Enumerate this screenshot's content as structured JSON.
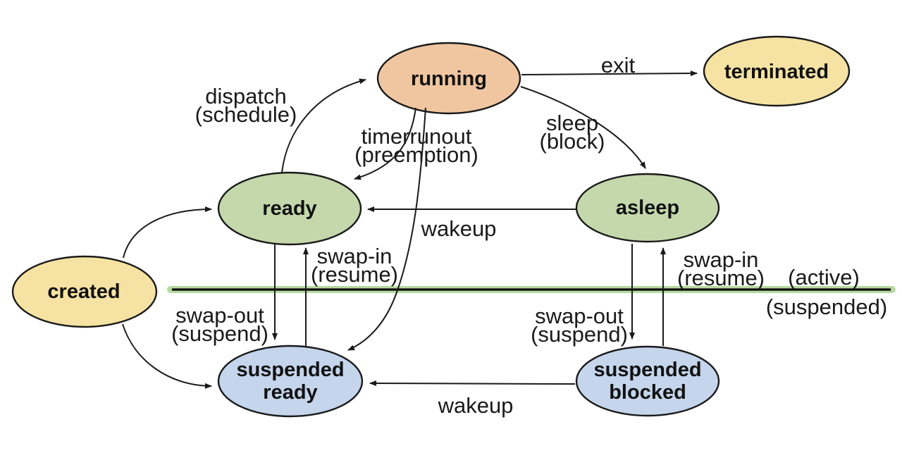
{
  "states": {
    "running": {
      "label": "running",
      "fill": "#F0C6A0"
    },
    "terminated": {
      "label": "terminated",
      "fill": "#F6E3A3"
    },
    "ready": {
      "label": "ready",
      "fill": "#C4D8AC"
    },
    "asleep": {
      "label": "asleep",
      "fill": "#C4D8AC"
    },
    "created": {
      "label": "created",
      "fill": "#F6E3A3"
    },
    "suspended_ready": {
      "label": "suspended\nready",
      "fill": "#C4D5EC"
    },
    "suspended_blocked": {
      "label": "suspended\nblocked",
      "fill": "#C4D5EC"
    }
  },
  "transitions": {
    "dispatch": {
      "label": "dispatch\n(schedule)",
      "from": "ready",
      "to": "running"
    },
    "timerrunout": {
      "label": "timerrunout\n(preemption)",
      "from": "running",
      "to": "ready"
    },
    "exit": {
      "label": "exit",
      "from": "running",
      "to": "terminated"
    },
    "sleep": {
      "label": "sleep\n(block)",
      "from": "running",
      "to": "asleep"
    },
    "wakeup_top": {
      "label": "wakeup",
      "from": "asleep",
      "to": "ready"
    },
    "swap_out_left": {
      "label": "swap-out\n(suspend)",
      "from": "ready",
      "to": "suspended_ready"
    },
    "swap_in_left": {
      "label": "swap-in\n(resume)",
      "from": "suspended_ready",
      "to": "ready"
    },
    "swap_out_right": {
      "label": "swap-out\n(suspend)",
      "from": "asleep",
      "to": "suspended_blocked"
    },
    "swap_in_right": {
      "label": "swap-in\n(resume)",
      "from": "suspended_blocked",
      "to": "asleep"
    },
    "wakeup_bottom": {
      "label": "wakeup",
      "from": "suspended_blocked",
      "to": "suspended_ready"
    },
    "create_ready": {
      "label": "",
      "from": "created",
      "to": "ready"
    },
    "create_suspend": {
      "label": "",
      "from": "created",
      "to": "suspended_ready"
    },
    "running_suspend": {
      "label": "",
      "from": "running",
      "to": "suspended_ready"
    }
  },
  "regions": {
    "active_label": "(active)",
    "suspended_label": "(suspended)",
    "divider_glow_color": "#A9D48C",
    "divider_core_color": "#0A0A0A"
  },
  "line_color": "#1A1A1A"
}
